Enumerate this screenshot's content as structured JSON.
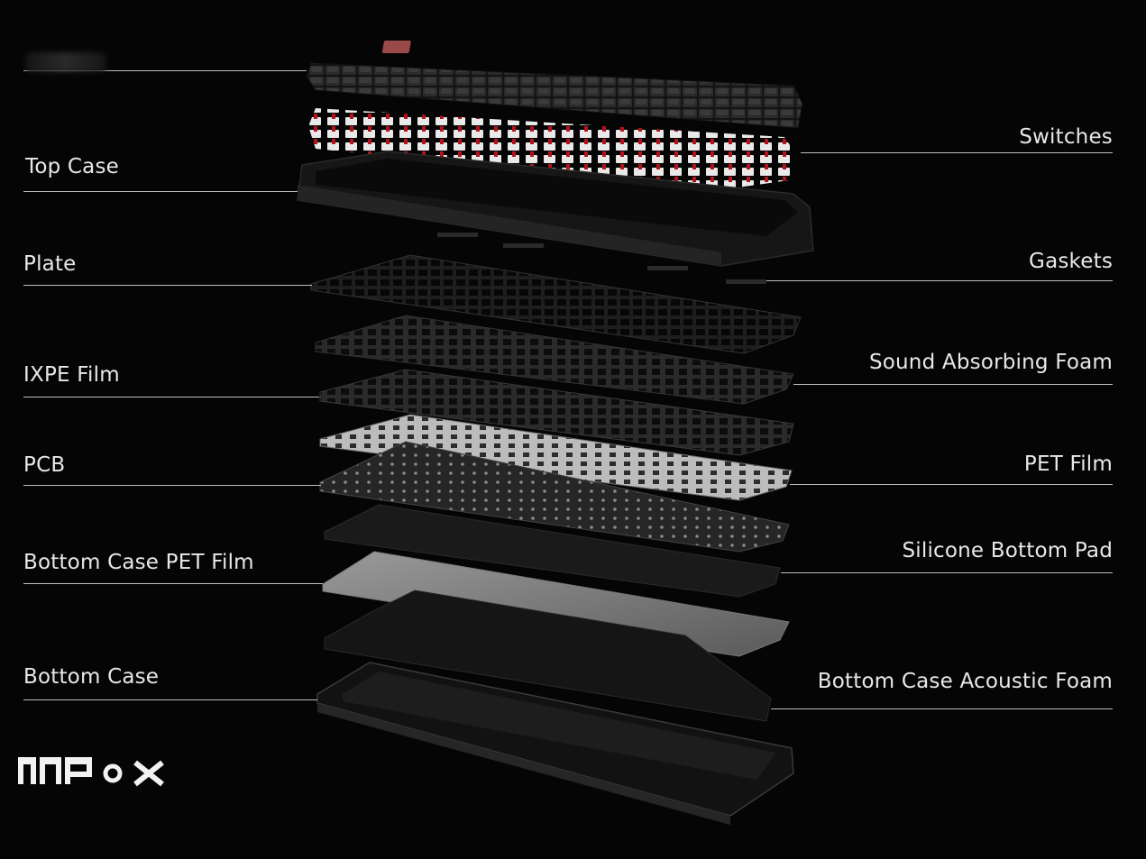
{
  "diagram": {
    "left_labels": [
      "Top Case",
      "Plate",
      "IXPE Film",
      "PCB",
      "Bottom Case PET Film",
      "Bottom Case"
    ],
    "right_labels": [
      "Switches",
      "Gaskets",
      "Sound Absorbing Foam",
      "PET Film",
      "Silicone Bottom Pad",
      "Bottom Case Acoustic Foam"
    ]
  },
  "colors": {
    "background": "#050505",
    "keycaps": "#262626",
    "switch_stem": "#b3141b",
    "switch_housing": "#e9e9e9",
    "case": "#1b1b1b",
    "pet_film_light": "#bdbdbd",
    "leader_lines": "#bdbdbd"
  },
  "logo": {
    "icon": "brand-logo-icon"
  }
}
